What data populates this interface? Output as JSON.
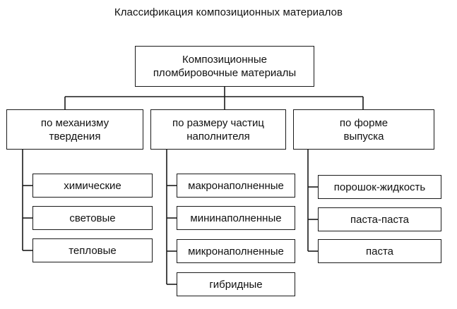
{
  "title": "Классификация композиционных материалов",
  "root": {
    "label": "Композиционные\nпломбировочные материалы"
  },
  "categories": [
    {
      "label": "по механизму\nтвердения",
      "items": [
        "химические",
        "световые",
        "тепловые"
      ]
    },
    {
      "label": "по размеру частиц\nнаполнителя",
      "items": [
        "макронаполненные",
        "мининаполненные",
        "микронаполненные",
        "гибридные"
      ]
    },
    {
      "label": "по форме\nвыпуска",
      "items": [
        "порошок-жидкость",
        "паста-паста",
        "паста"
      ]
    }
  ],
  "colors": {
    "line": "#1a1a1a",
    "background": "#ffffff"
  }
}
